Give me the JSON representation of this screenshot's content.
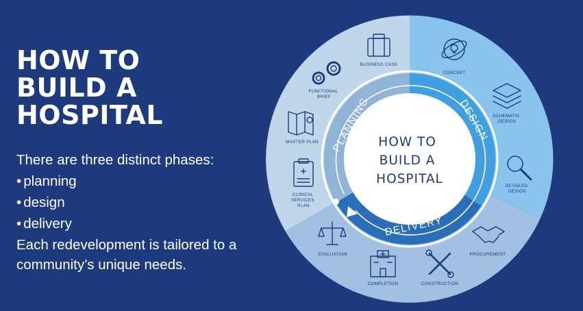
{
  "heading": {
    "lines": [
      "HOW TO",
      "BUILD A",
      "HOSPITAL"
    ]
  },
  "intro": "There are three distinct phases:",
  "phases": [
    "planning",
    "design",
    "delivery"
  ],
  "outro": "Each redevelopment is tailored to a community’s unique needs.",
  "diagram": {
    "center_lines": [
      "HOW TO",
      "BUILD A",
      "HOSPITAL"
    ],
    "ring_labels": {
      "planning": "PLANNING",
      "design": "DESIGN",
      "delivery": "DELIVERY"
    },
    "stages": {
      "business_case": [
        "BUSINESS CASE"
      ],
      "concept": [
        "CONCEPT"
      ],
      "functional_brief": [
        "FUNCTIONAL",
        "BRIEF"
      ],
      "schematic_design": [
        "SCHEMATIC",
        "DESIGN"
      ],
      "master_plan": [
        "MASTER PLAN"
      ],
      "detailed_design": [
        "DETAILED",
        "DESIGN"
      ],
      "clinical_services_plan": [
        "CLINICAL",
        "SERVICES",
        "PLAN"
      ],
      "evaluation": [
        "EVALUATION"
      ],
      "procurement": [
        "PROCUREMENT"
      ],
      "completion": [
        "COMPLETION"
      ],
      "construction": [
        "CONSTRUCTION"
      ]
    },
    "icons": {
      "business_case": "briefcase-icon",
      "concept": "lightbulb-icon",
      "functional_brief": "gears-icon",
      "schematic_design": "layers-icon",
      "master_plan": "map-icon",
      "detailed_design": "magnifier-icon",
      "clinical_services_plan": "clipboard-icon",
      "evaluation": "scales-icon",
      "procurement": "handshake-icon",
      "completion": "hospital-icon",
      "construction": "tools-icon"
    },
    "colors": {
      "background": "#1d3a7c",
      "planning_outer": "#c0d6ea",
      "design_outer": "#88c4ec",
      "delivery_outer": "#a2c0e2",
      "planning_ring": "#90b3d8",
      "design_ring": "#3f9fdf",
      "delivery_ring": "#2a6db8",
      "text_dark": "#1d3a7c"
    }
  }
}
